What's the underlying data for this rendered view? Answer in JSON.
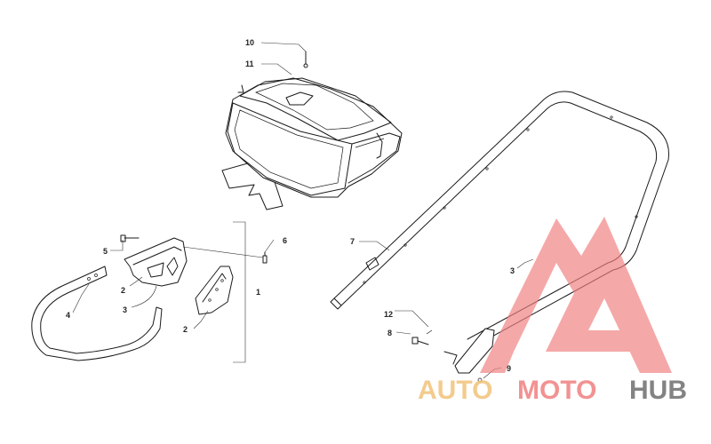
{
  "callouts": {
    "c10": "10",
    "c11": "11",
    "c5": "5",
    "c6": "6",
    "c1": "1",
    "c2a": "2",
    "c3a": "3",
    "c4": "4",
    "c2b": "2",
    "c7": "7",
    "c3b": "3",
    "c12": "12",
    "c8": "8",
    "c9": "9"
  },
  "watermark": {
    "part_auto": "AUTO",
    "part_moto": "MOTO",
    "part_hub": "HUB",
    "colors": {
      "auto": "#f2c27a",
      "moto": "#f08080",
      "hub": "#6e6e6e",
      "triangle": "#f08080"
    }
  }
}
